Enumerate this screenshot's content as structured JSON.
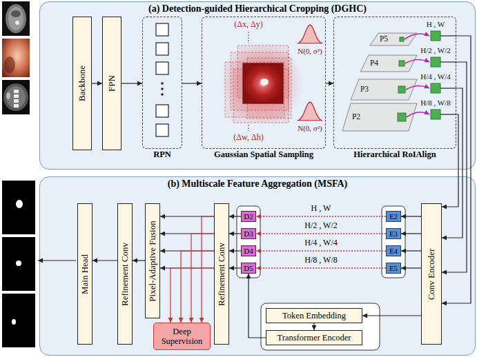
{
  "diagram": {
    "nodes": [
      {
        "text": [
          "(a) Detection-guided Hierarchical Cropping (DGHC)"
        ]
      },
      {
        "text": [
          "Backbone"
        ],
        "in": 0
      },
      {
        "text": [
          "FPN"
        ],
        "in": 0
      },
      {
        "text": [
          "RPN"
        ],
        "in": 0
      },
      {
        "text": [
          "Gaussian Spatial Sampling"
        ],
        "in": 0
      },
      {
        "text": [
          "Hierarchical RoIAlign"
        ],
        "in": 0
      },
      {
        "text": [
          "(b) Multiscale Feature Aggregation (MSFA)"
        ]
      },
      {
        "text": [
          "Main Head"
        ],
        "in": 6
      },
      {
        "text": [
          "Refinement Conv"
        ],
        "in": 6
      },
      {
        "text": [
          "Pixel-Adaptive Fusion"
        ],
        "in": 6
      },
      {
        "text": [
          "Deep Supervision"
        ],
        "in": 6
      },
      {
        "text": [
          "Refinement Conv"
        ],
        "in": 6
      },
      {
        "text": [
          "D2"
        ],
        "in": 6
      },
      {
        "text": [
          "D3"
        ],
        "in": 6
      },
      {
        "text": [
          "D4"
        ],
        "in": 6
      },
      {
        "text": [
          "D5"
        ],
        "in": 6
      },
      {
        "text": [
          "E2"
        ],
        "in": 6
      },
      {
        "text": [
          "E3"
        ],
        "in": 6
      },
      {
        "text": [
          "E4"
        ],
        "in": 6
      },
      {
        "text": [
          "E5"
        ],
        "in": 6
      },
      {
        "text": [
          "Conv Encoder"
        ],
        "in": 6
      },
      {
        "text": [
          "Token Embedding"
        ],
        "in": 6
      },
      {
        "text": [
          "Transformer Encoder"
        ],
        "in": 6
      }
    ],
    "edges": [
      {
        "from": 1,
        "to": 2,
        "arrow": "to"
      },
      {
        "from": 2,
        "to": 3,
        "arrow": "to"
      },
      {
        "from": 3,
        "to": 4,
        "arrow": "to"
      },
      {
        "from": 4,
        "to": 5,
        "arrow": "to"
      },
      {
        "from": 5,
        "to": 20,
        "arrow": "to"
      },
      {
        "from": 5,
        "to": 20,
        "arrow": "to"
      },
      {
        "from": 5,
        "to": 20,
        "arrow": "to"
      },
      {
        "from": 5,
        "to": 20,
        "arrow": "to"
      },
      {
        "from": 20,
        "to": 16,
        "arrow": "to"
      },
      {
        "from": 20,
        "to": 17,
        "arrow": "to"
      },
      {
        "from": 20,
        "to": 18,
        "arrow": "to"
      },
      {
        "from": 20,
        "to": 19,
        "arrow": "to"
      },
      {
        "from": 16,
        "to": 12,
        "arrow": "to",
        "label": "H , W"
      },
      {
        "from": 17,
        "to": 13,
        "arrow": "to",
        "label": "H/2 , W/2"
      },
      {
        "from": 18,
        "to": 14,
        "arrow": "to",
        "label": "H/4 , W/4"
      },
      {
        "from": 19,
        "to": 15,
        "arrow": "to",
        "label": "H/8 , W/8"
      },
      {
        "from": 20,
        "to": 21,
        "arrow": "to"
      },
      {
        "from": 21,
        "to": 22,
        "arrow": "to"
      },
      {
        "from": 22,
        "to": 15,
        "arrow": "to"
      },
      {
        "from": 12,
        "to": 11,
        "arrow": "to"
      },
      {
        "from": 13,
        "to": 11,
        "arrow": "to"
      },
      {
        "from": 14,
        "to": 11,
        "arrow": "to"
      },
      {
        "from": 15,
        "to": 11,
        "arrow": "to"
      },
      {
        "from": 11,
        "to": 9,
        "arrow": "to"
      },
      {
        "from": 11,
        "to": 9,
        "arrow": "to"
      },
      {
        "from": 11,
        "to": 9,
        "arrow": "to"
      },
      {
        "from": 11,
        "to": 9,
        "arrow": "to"
      },
      {
        "from": 11,
        "to": 10,
        "arrow": "to"
      },
      {
        "from": 11,
        "to": 10,
        "arrow": "to"
      },
      {
        "from": 11,
        "to": 10,
        "arrow": "to"
      },
      {
        "from": 11,
        "to": 10,
        "arrow": "to"
      },
      {
        "from": 9,
        "to": 8,
        "arrow": "to"
      },
      {
        "from": 8,
        "to": 7,
        "arrow": "to"
      }
    ],
    "labels": [
      "(Δx, Δy)",
      "N(0, σ²)",
      "N(0, σ²)",
      "(Δw, Δh)",
      "P5",
      "P4",
      "P3",
      "P2",
      "H , W",
      "H/2 , W/2",
      "H/4 , W/4",
      "H/8 , W/8"
    ]
  }
}
